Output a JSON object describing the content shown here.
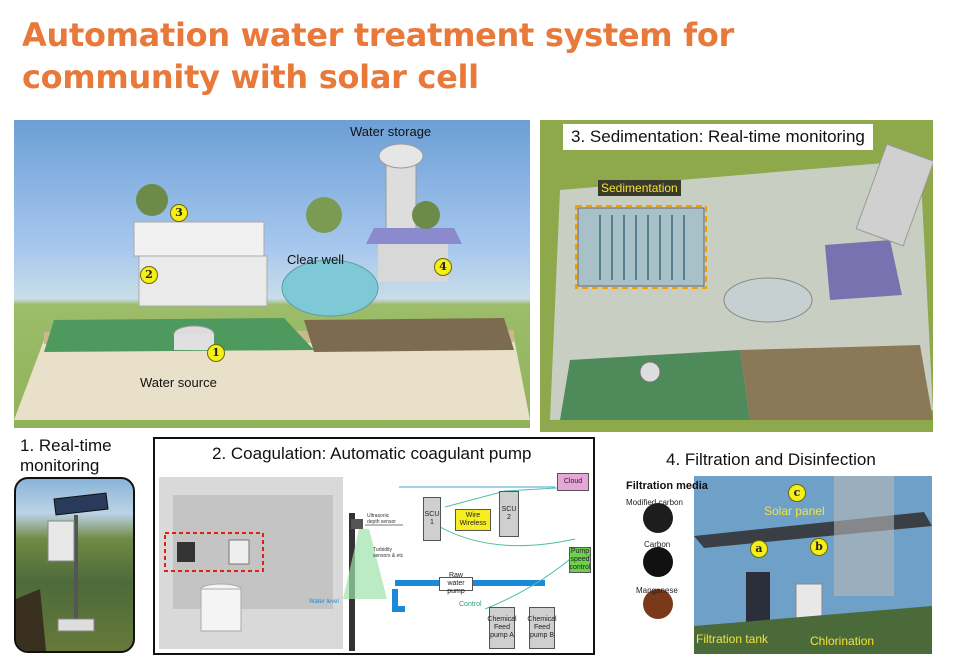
{
  "title": "Automation water treatment system for community with solar cell",
  "panel1": {
    "water_storage": "Water storage",
    "clear_well": "Clear well",
    "water_source": "Water source",
    "markers": [
      "1",
      "2",
      "3",
      "4"
    ]
  },
  "panel3": {
    "title": "3. Sedimentation: Real-time monitoring",
    "sedimentation": "Sedimentation"
  },
  "caption1": "1. Real-time monitoring",
  "panel2": {
    "title": "2. Coagulation: Automatic coagulant pump",
    "ultrasonic": "Ultrasonic depth sensor",
    "turbidity": "Turbidity sensors & etc",
    "scu1": "SCU 1",
    "wire": "Wire Wireless",
    "scu2": "SCU 2",
    "cloud": "Cloud",
    "pump_speed": "Pump speed control",
    "raw_water": "Raw water pump",
    "water_level": "Water level",
    "control": "Control",
    "chem_a": "Chemical Feed pump A",
    "chem_b": "Chemical Feed pump B"
  },
  "caption4": "4. Filtration and Disinfection",
  "panel4": {
    "filtration_media": "Filtration media",
    "modified_carbon": "Modified carbon",
    "carbon": "Carbon",
    "manganese": "Manganese",
    "solar_panel": "Solar panel",
    "filtration_tank": "Filtration tank",
    "chlorination": "Chlorination",
    "marker_a": "a",
    "marker_b": "b",
    "marker_c": "c"
  }
}
